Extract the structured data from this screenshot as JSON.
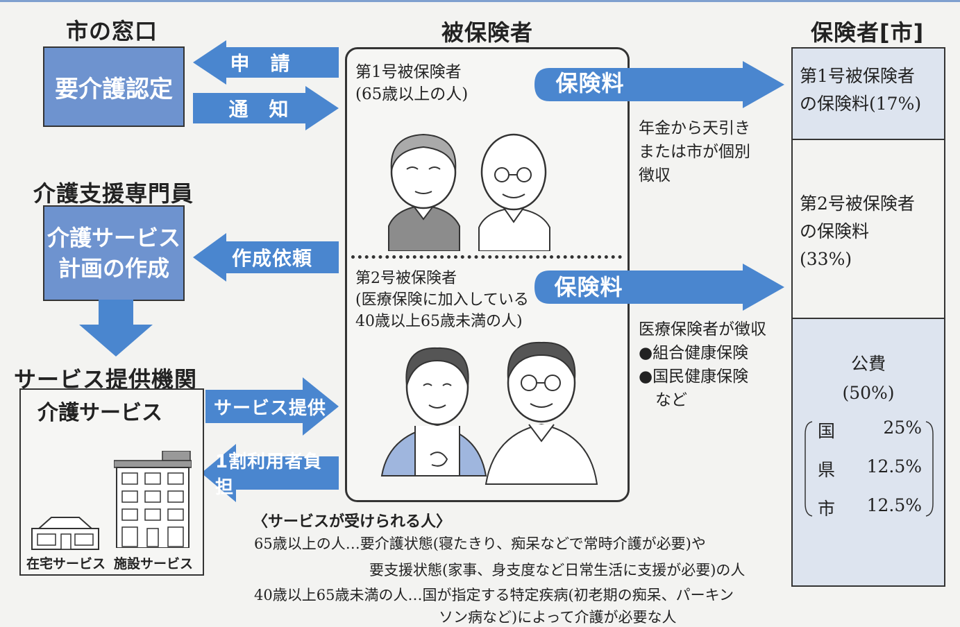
{
  "headers": {
    "city_window": "市の窓口",
    "insured": "被保険者",
    "insurer": "保険者[市]",
    "care_manager": "介護支援専門員",
    "provider": "サービス提供機関"
  },
  "boxes": {
    "certification": "要介護認定",
    "care_plan_line1": "介護サービス",
    "care_plan_line2": "計画の作成",
    "care_service": "介護サービス",
    "home_service": "在宅サービス",
    "facility_service": "施設サービス"
  },
  "arrows": {
    "apply": "申　請",
    "notify": "通　知",
    "request": "作成依頼",
    "service_provision": "サービス提供",
    "copay": "1割利用者負担",
    "premium1": "保険料",
    "premium2": "保険料"
  },
  "insured": {
    "type1_line1": "第1号被保険者",
    "type1_line2": "(65歳以上の人)",
    "type2_line1": "第2号被保険者",
    "type2_line2": "(医療保険に加入している",
    "type2_line3": "40歳以上65歳未満の人)"
  },
  "collection": {
    "type1_line1": "年金から天引き",
    "type1_line2": "または市が個別",
    "type1_line3": "徴収",
    "type2_line1": "医療保険者が徴収",
    "type2_line2": "●組合健康保険",
    "type2_line3": "●国民健康保険",
    "type2_line4": "など"
  },
  "insurer": {
    "cell1_line1": "第1号被保険者",
    "cell1_line2": "の保険料(17%)",
    "cell2_line1": "第2号被保険者",
    "cell2_line2": "の保険料",
    "cell2_line3": "(33%)",
    "cell3_line1": "公費",
    "cell3_line2": "(50%)",
    "breakdown": [
      {
        "label": "国",
        "value": "25%"
      },
      {
        "label": "県",
        "value": "12.5%"
      },
      {
        "label": "市",
        "value": "12.5%"
      }
    ]
  },
  "eligibility": {
    "title": "〈サービスが受けられる人〉",
    "line1": "65歳以上の人…要介護状態(寝たきり、痴呆などで常時介護が必要)や",
    "line2": "要支援状態(家事、身支度など日常生活に支援が必要)の人",
    "line3": "40歳以上65歳未満の人…国が指定する特定疾病(初老期の痴呆、パーキン",
    "line4": "ソン病など)によって介護が必要な人"
  },
  "colors": {
    "blue": "#6e93cf",
    "arrow_blue": "#4a86cf",
    "light_panel": "#dde4ef"
  }
}
